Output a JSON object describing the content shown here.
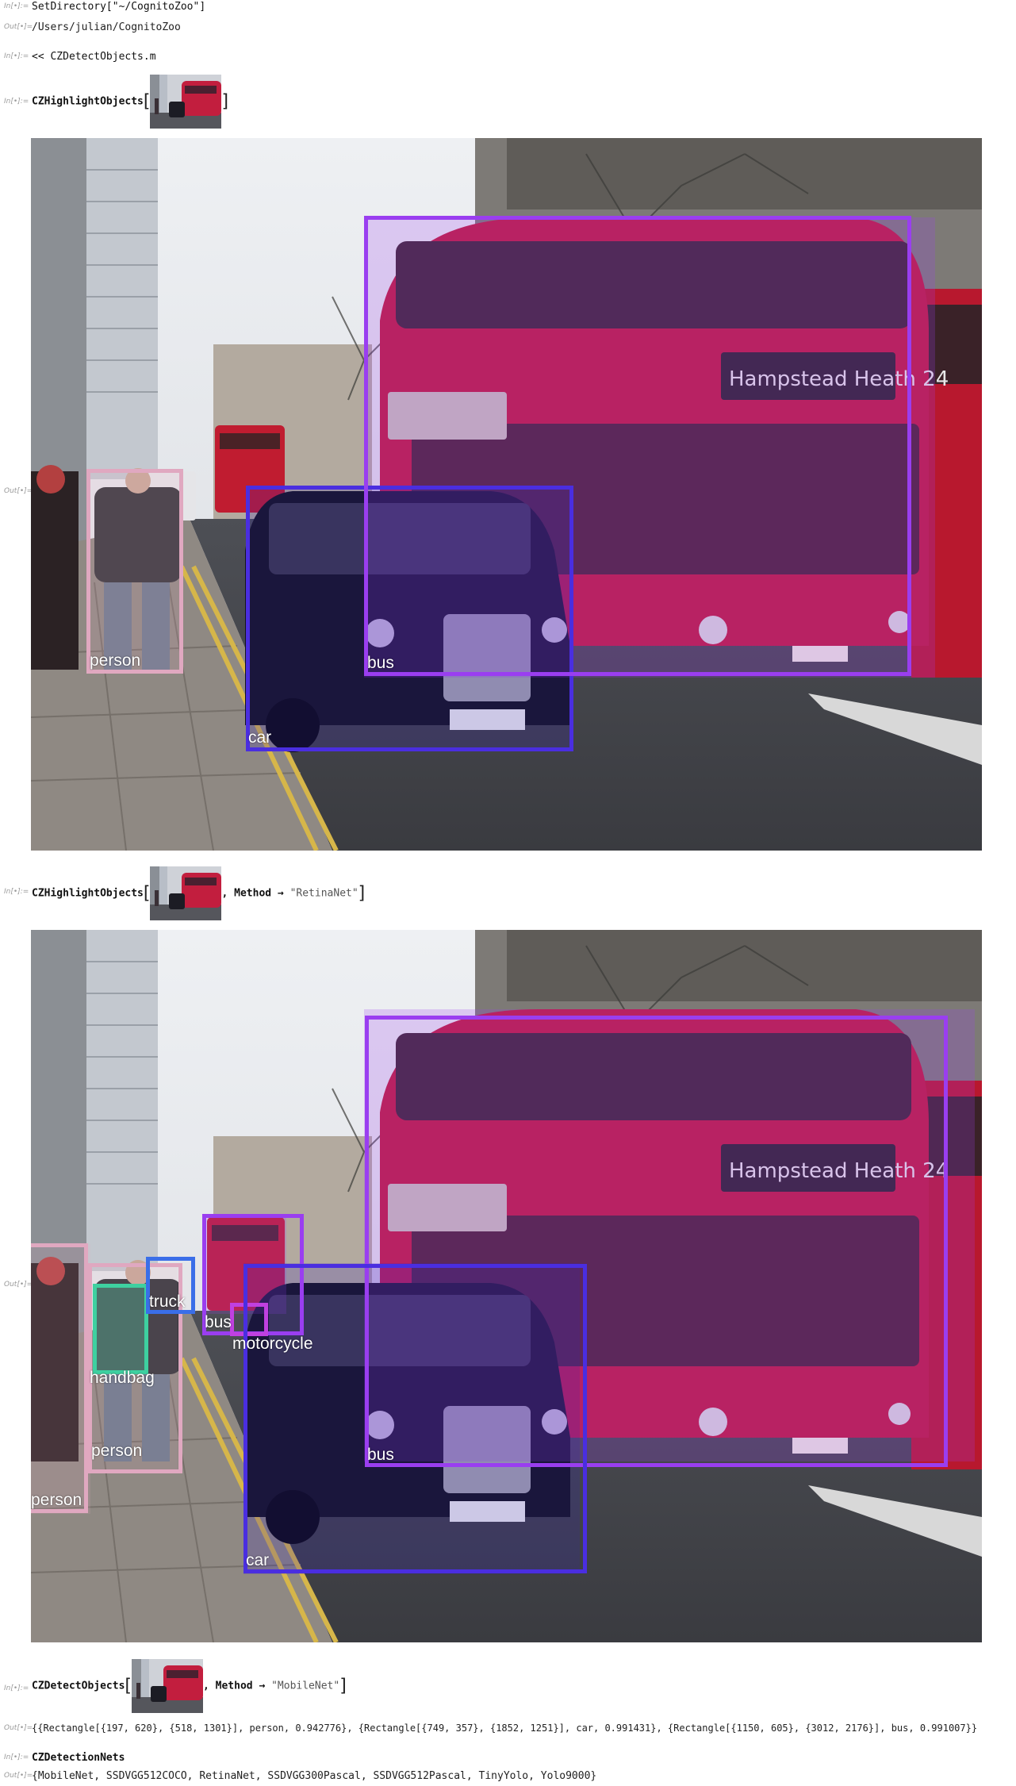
{
  "cells": {
    "c1": {
      "in_label": "In[•]:=",
      "code": "SetDirectory[\"~/CognitoZoo\"]"
    },
    "c1out": {
      "out_label": "Out[•]=",
      "text": "/Users/julian/CognitoZoo"
    },
    "c2": {
      "in_label": "In[•]:=",
      "code": "<< CZDetectObjects.m"
    },
    "c3": {
      "in_label": "In[•]:=",
      "fn": "CZHighlightObjects",
      "out_label": "Out[•]="
    },
    "c4": {
      "in_label": "In[•]:=",
      "fn": "CZHighlightObjects",
      "opt": ", Method → ",
      "opt_value": "\"RetinaNet\"",
      "out_label": "Out[•]="
    },
    "c5": {
      "in_label": "In[•]:=",
      "fn": "CZDetectObjects",
      "opt": ", Method → ",
      "opt_value": "\"MobileNet\""
    },
    "c5out": {
      "out_label": "Out[•]=",
      "text": "{{Rectangle[{197, 620}, {518, 1301}], person, 0.942776}, {Rectangle[{749, 357}, {1852, 1251}], car, 0.991431}, {Rectangle[{1150, 605}, {3012, 2176}], bus, 0.991007}}"
    },
    "c6": {
      "in_label": "In[•]:=",
      "code": "CZDetectionNets"
    },
    "c6out": {
      "out_label": "Out[•]=",
      "text": "{MobileNet, SSDVGG512COCO, RetinaNet, SSDVGG300Pascal, SSDVGG512Pascal, TinyYolo, Yolo9000}"
    }
  },
  "image1": {
    "labels": [
      "person",
      "car",
      "bus"
    ]
  },
  "image2": {
    "labels": [
      "person",
      "person",
      "handbag",
      "truck",
      "bus",
      "motorcycle",
      "bus",
      "car"
    ]
  },
  "colors": {
    "person": "#e8a8c0",
    "car": "#4a2ee0",
    "bus": "#9a3ef0",
    "handbag": "#3ed0a0",
    "truck": "#3a6ee8",
    "motorcycle": "#c040e0"
  }
}
